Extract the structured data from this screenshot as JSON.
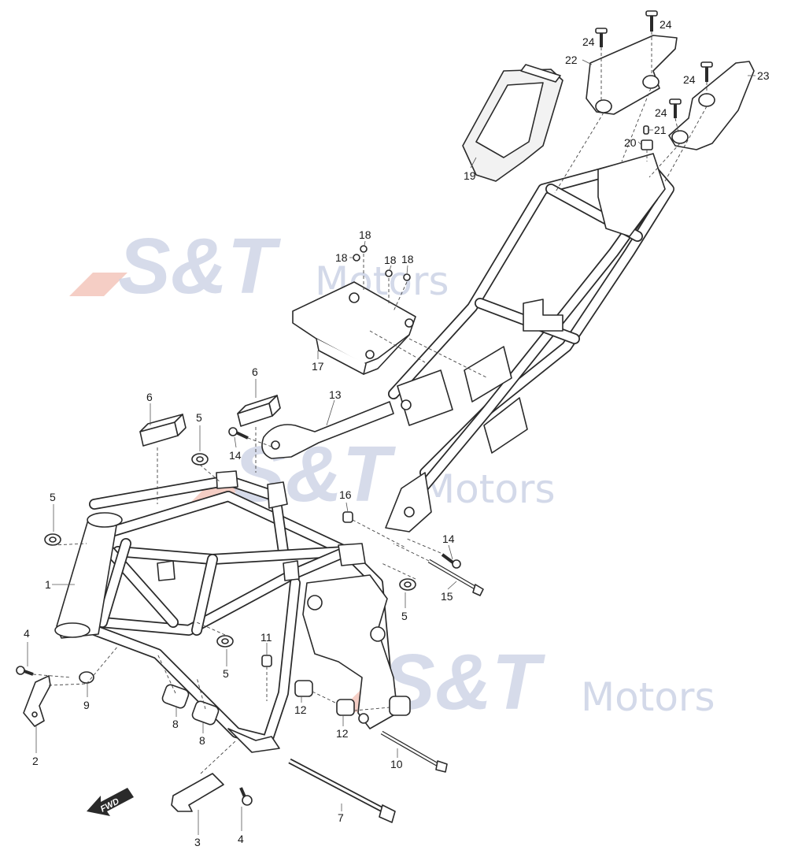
{
  "watermarks": [
    {
      "brand": "S&T",
      "suffix": "Motors"
    },
    {
      "brand": "S&T",
      "suffix": "Motors"
    },
    {
      "brand": "S&T",
      "suffix": "Motors"
    }
  ],
  "direction_label": "FWD",
  "callouts": {
    "c1": "1",
    "c2": "2",
    "c3": "3",
    "c4a": "4",
    "c4b": "4",
    "c5a": "5",
    "c5b": "5",
    "c5c": "5",
    "c5d": "5",
    "c6a": "6",
    "c6b": "6",
    "c7": "7",
    "c8a": "8",
    "c8b": "8",
    "c9": "9",
    "c10": "10",
    "c11": "11",
    "c12a": "12",
    "c12b": "12",
    "c13": "13",
    "c14a": "14",
    "c14b": "14",
    "c15": "15",
    "c16": "16",
    "c17": "17",
    "c18a": "18",
    "c18b": "18",
    "c18c": "18",
    "c18d": "18",
    "c19": "19",
    "c20": "20",
    "c21": "21",
    "c22": "22",
    "c23": "23",
    "c24a": "24",
    "c24b": "24",
    "c24c": "24",
    "c24d": "24"
  },
  "colors": {
    "watermark": "#c9d0e4",
    "watermark_accent": "#f3c2b6",
    "line": "#2a2a2a"
  }
}
